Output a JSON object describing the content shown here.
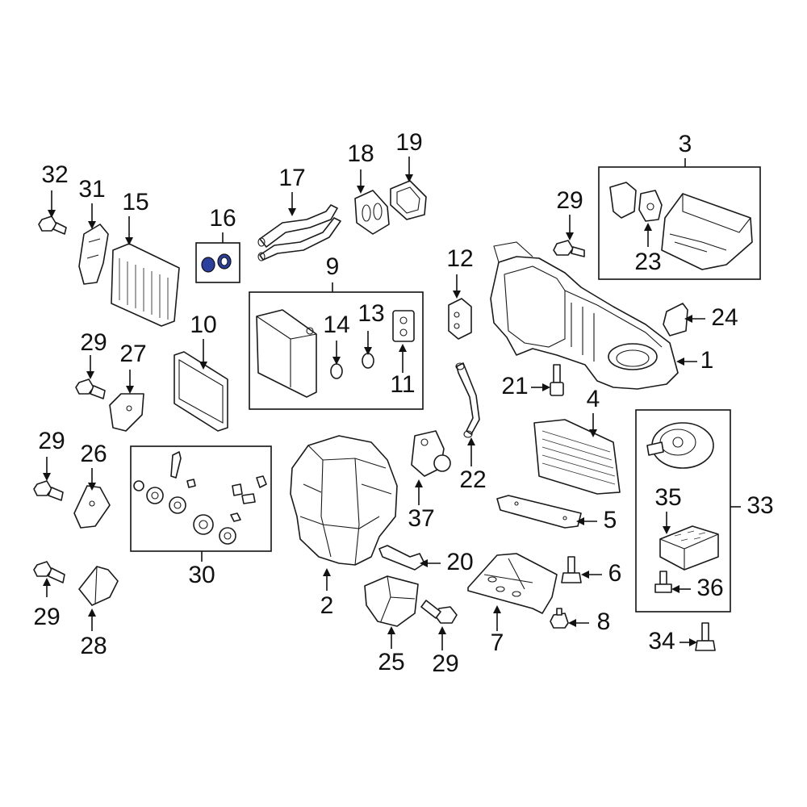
{
  "diagram": {
    "colors": {
      "line": "#1a1a1a",
      "highlight": "#2a3f9e",
      "background": "#ffffff"
    },
    "labels": {
      "l1": "1",
      "l2": "2",
      "l3": "3",
      "l4": "4",
      "l5": "5",
      "l6": "6",
      "l7": "7",
      "l8": "8",
      "l9": "9",
      "l10": "10",
      "l11": "11",
      "l12": "12",
      "l13": "13",
      "l14": "14",
      "l15": "15",
      "l16": "16",
      "l17": "17",
      "l18": "18",
      "l19": "19",
      "l20": "20",
      "l21": "21",
      "l22": "22",
      "l23": "23",
      "l24": "24",
      "l25": "25",
      "l26": "26",
      "l27": "27",
      "l28": "28",
      "l29a": "29",
      "l29b": "29",
      "l29c": "29",
      "l29d": "29",
      "l29e": "29",
      "l30": "30",
      "l31": "31",
      "l32": "32",
      "l33": "33",
      "l34": "34",
      "l35": "35",
      "l36": "36",
      "l37": "37"
    }
  }
}
